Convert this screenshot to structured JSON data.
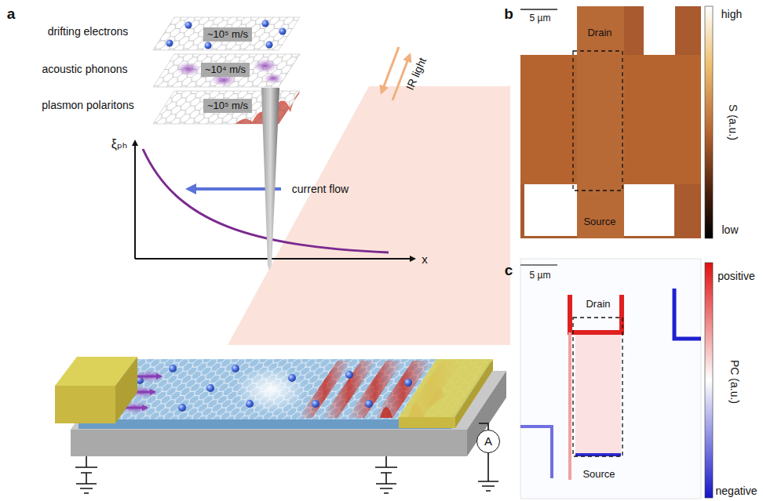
{
  "diagram": {
    "nodes": [
      {
        "text": [
          "~10⁵ m/s"
        ]
      },
      {
        "text": [
          "~10⁴ m/s"
        ]
      },
      {
        "text": [
          "~10⁵ m/s"
        ]
      },
      {
        "text": [
          "A"
        ]
      }
    ],
    "labels": [
      "a",
      "drifting electrons",
      "acoustic phonons",
      "plasmon polaritons",
      "ξₚₕ",
      "current flow",
      "x",
      "IR light",
      "b",
      "5 µm",
      "Drain",
      "Source",
      "high",
      "S (a.u.)",
      "low",
      "c",
      "5 µm",
      "Drain",
      "Source",
      "positive",
      "PC (a.u.)",
      "negative"
    ]
  }
}
